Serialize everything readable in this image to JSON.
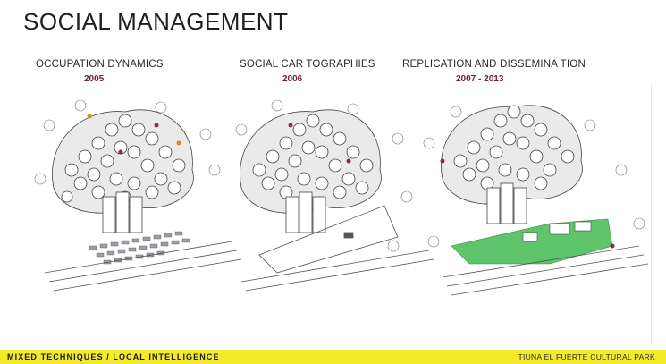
{
  "header": {
    "title": "SOCIAL MANAGEMENT"
  },
  "panels": [
    {
      "title": "OCCUPATION DYNAMICS",
      "year": "2005"
    },
    {
      "title": "SOCIAL CAR TOGRAPHIES",
      "year": "2006"
    },
    {
      "title": "REPLICATION AND DISSEMINA TION",
      "year": "2007 - 2013"
    }
  ],
  "footer": {
    "left": "MIXED TECHNIQUES / LOCAL INTELLIGENCE",
    "right": "TIUNA EL FUERTE CULTURAL PARK"
  },
  "colors": {
    "accent_year": "#6b2140",
    "footer_bg": "#f4ea2b",
    "park_green": "#5fc46b"
  }
}
